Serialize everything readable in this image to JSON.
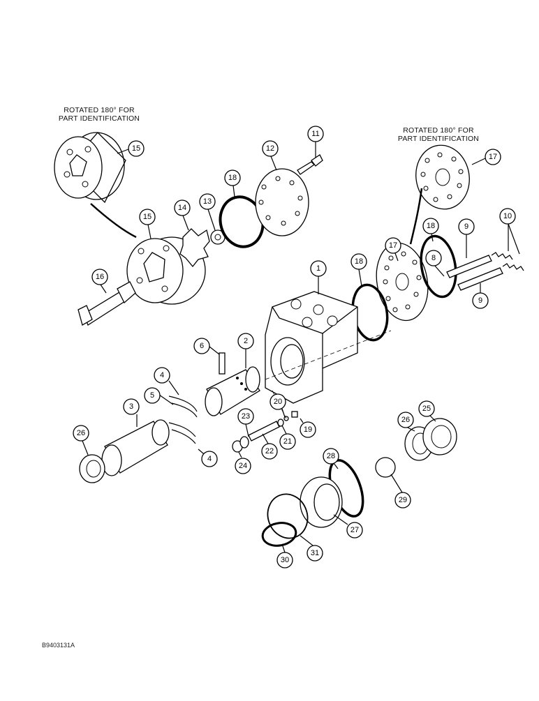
{
  "notes": {
    "left_line1": "ROTATED 180° FOR",
    "left_line2": "PART IDENTIFICATION",
    "right_line1": "ROTATED 180° FOR",
    "right_line2": "PART IDENTIFICATION"
  },
  "figure_code": "B9403131A",
  "callouts": [
    "1",
    "2",
    "3",
    "4",
    "4",
    "5",
    "6",
    "8",
    "9",
    "9",
    "10",
    "11",
    "12",
    "13",
    "14",
    "15",
    "15",
    "16",
    "17",
    "17",
    "18",
    "18",
    "18",
    "19",
    "20",
    "21",
    "22",
    "23",
    "24",
    "25",
    "26",
    "26",
    "27",
    "28",
    "29",
    "30",
    "31"
  ]
}
